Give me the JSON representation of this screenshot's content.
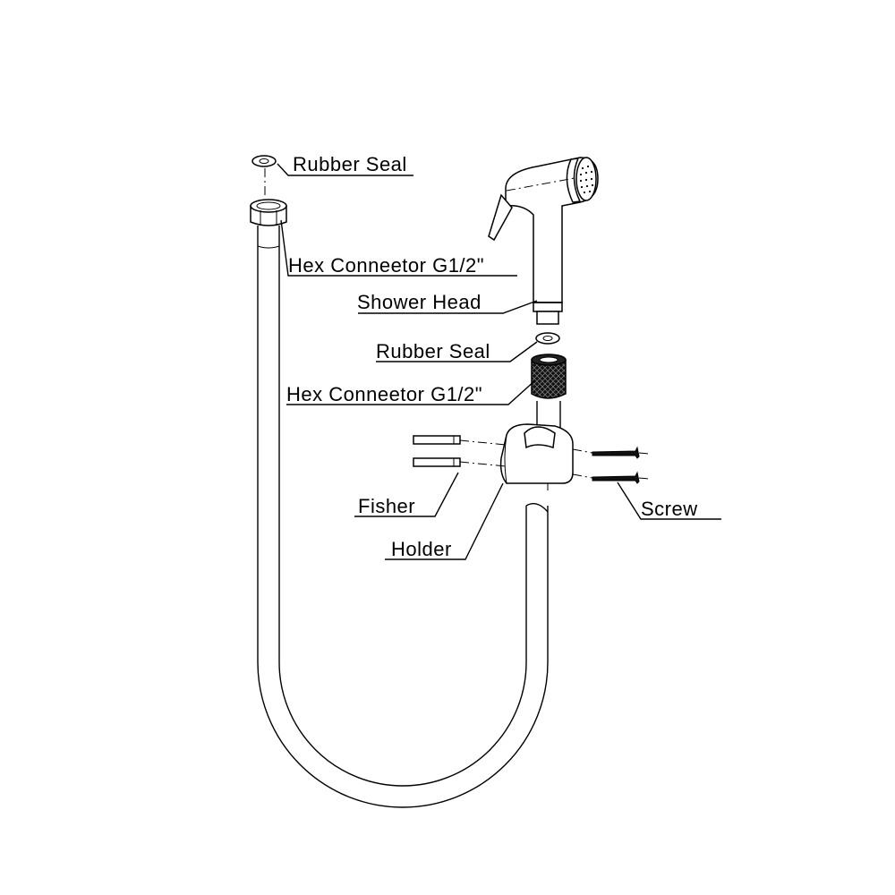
{
  "labels": {
    "rubber_seal_top": "Rubber Seal",
    "hex_connector_top": "Hex Conneetor G1/2\"",
    "shower_head": "Shower Head",
    "rubber_seal_mid": "Rubber Seal",
    "hex_connector_mid": "Hex Conneetor G1/2\"",
    "fisher": "Fisher",
    "holder": "Holder",
    "screw": "Screw"
  },
  "colors": {
    "line": "#000000",
    "background": "#ffffff"
  }
}
